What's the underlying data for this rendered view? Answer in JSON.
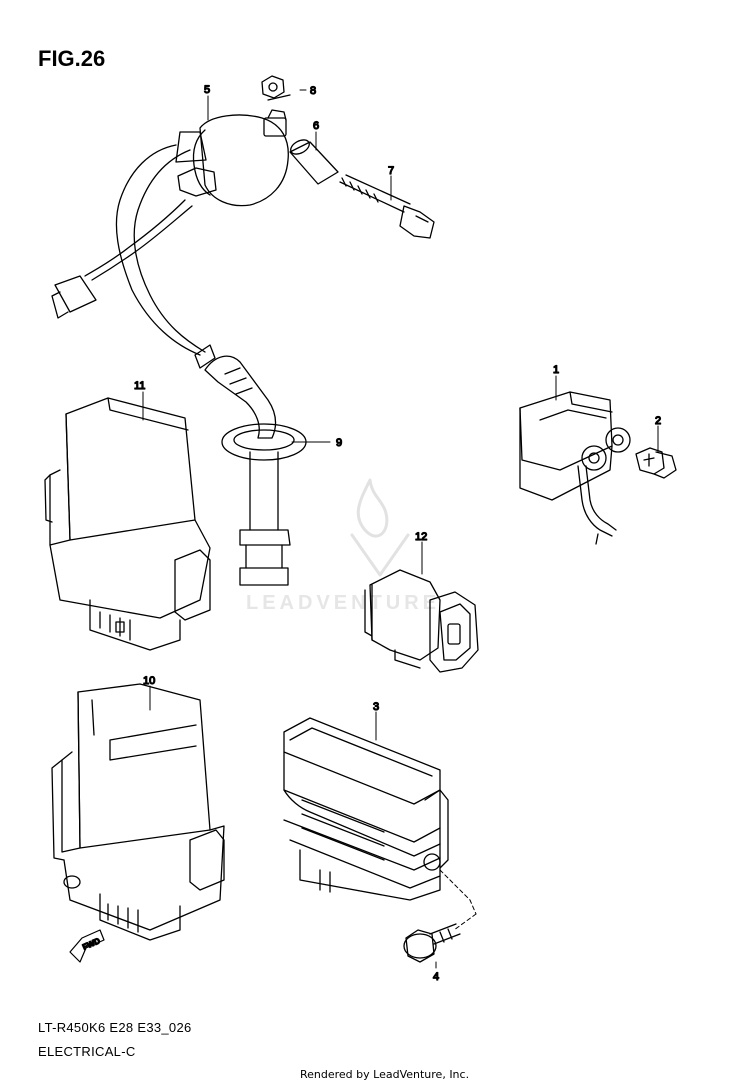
{
  "figure": {
    "title": "FIG.26",
    "model_code": "LT-R450K6 E28 E33_026",
    "section": "ELECTRICAL-C",
    "rendered_by": "Rendered by LeadVenture, Inc."
  },
  "watermark": {
    "text": "LEADVENTURE"
  },
  "direction_marker": {
    "text": "FWD"
  },
  "callouts": [
    "1",
    "2",
    "3",
    "4",
    "5",
    "6",
    "7",
    "8",
    "9",
    "10",
    "11",
    "12"
  ]
}
